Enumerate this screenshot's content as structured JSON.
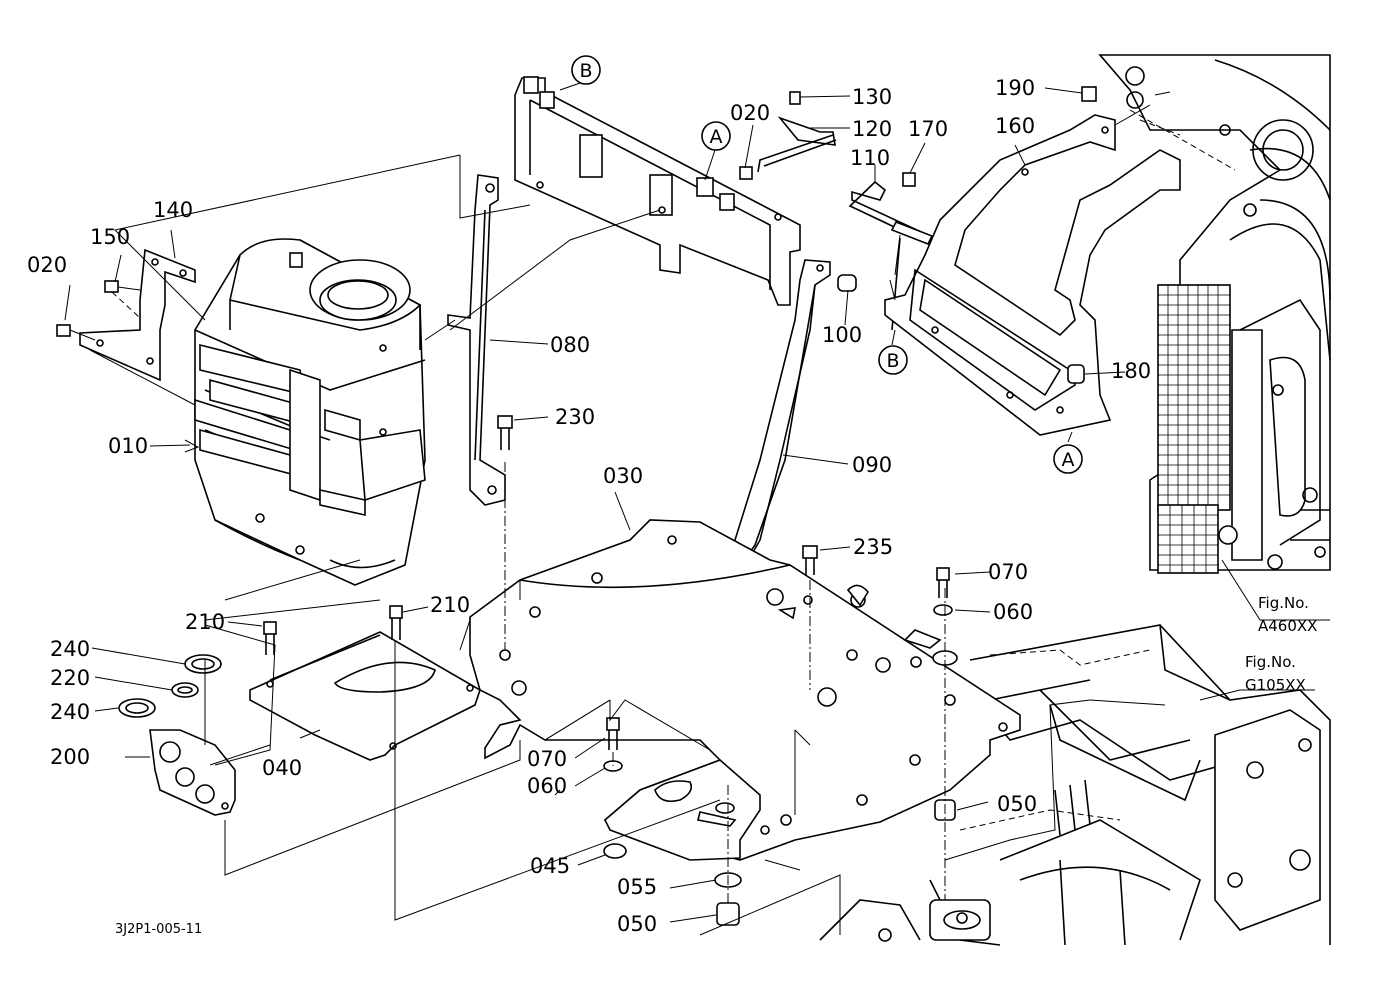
{
  "diagram": {
    "drawing_code": "3J2P1-005-11",
    "callouts": {
      "c010": "010",
      "c020a": "020",
      "c020b": "020",
      "c030": "030",
      "c040": "040",
      "c045": "045",
      "c050a": "050",
      "c050b": "050",
      "c055": "055",
      "c060a": "060",
      "c060b": "060",
      "c070a": "070",
      "c070b": "070",
      "c080": "080",
      "c090": "090",
      "c100": "100",
      "c110": "110",
      "c120": "120",
      "c130": "130",
      "c140": "140",
      "c150": "150",
      "c160": "160",
      "c170": "170",
      "c180": "180",
      "c190": "190",
      "c200": "200",
      "c210a": "210",
      "c210b": "210",
      "c220": "220",
      "c230": "230",
      "c235": "235",
      "c240a": "240",
      "c240b": "240"
    },
    "markers": {
      "a1": "A",
      "a2": "A",
      "b1": "B",
      "b2": "B"
    },
    "references": {
      "ref1_caption": "Fig.No.",
      "ref1_number": "A460XX",
      "ref2_caption": "Fig.No.",
      "ref2_number": "G105XX"
    }
  }
}
